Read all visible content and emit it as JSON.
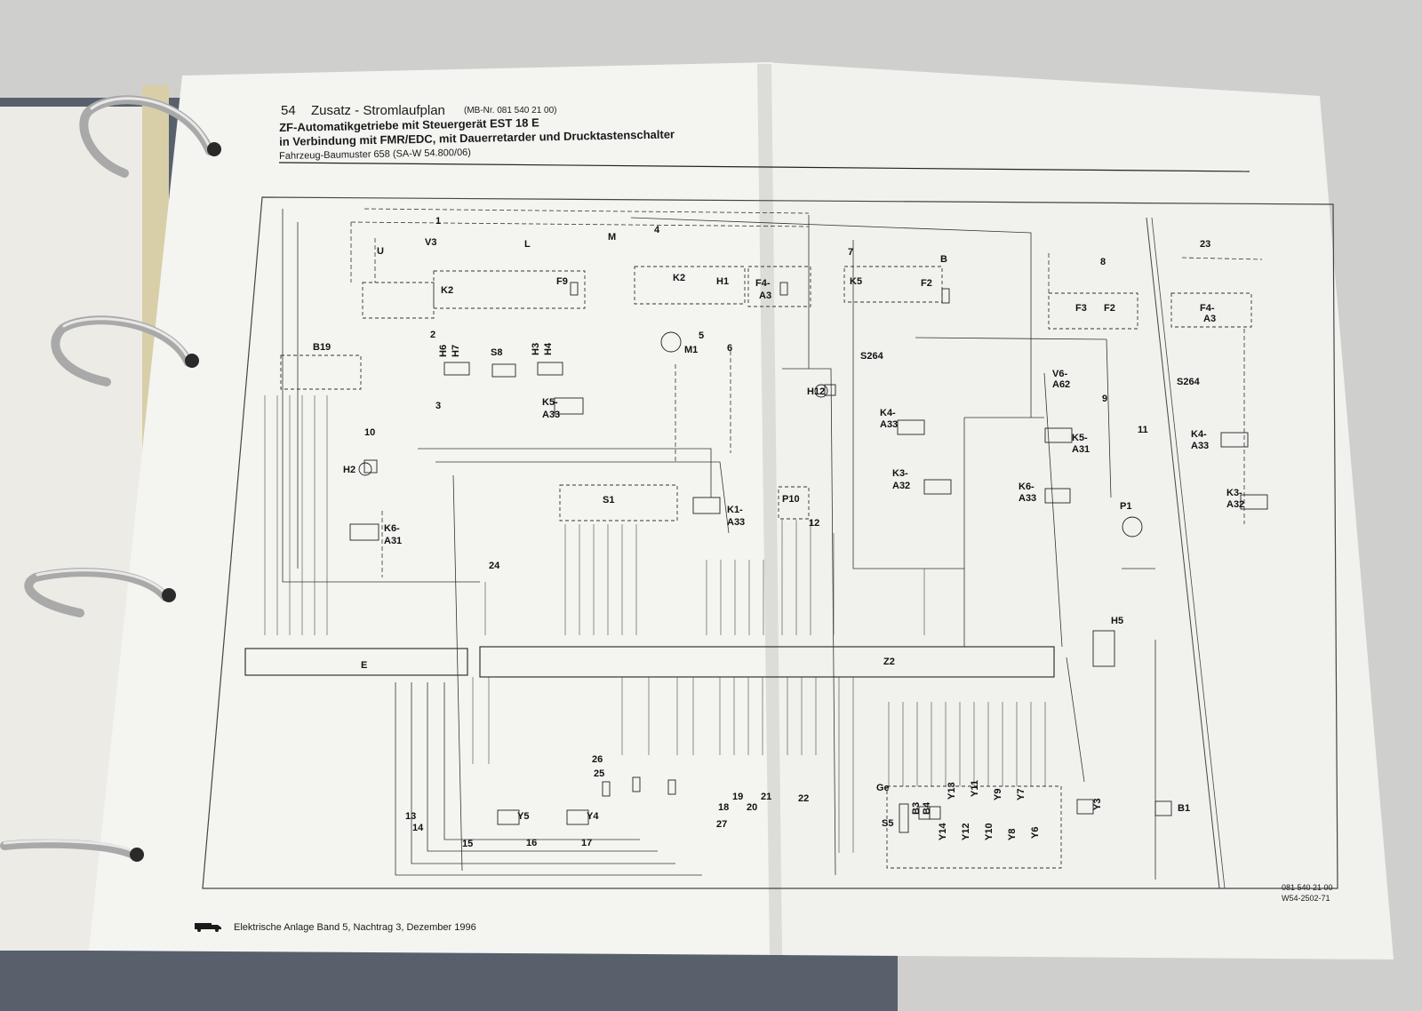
{
  "header": {
    "page_number": "54",
    "title": "Zusatz - Stromlaufplan",
    "mb_number": "(MB-Nr. 081 540 21 00)",
    "subtitle_1": "ZF-Automatikgetriebe mit Steuergerät EST 18 E",
    "subtitle_2": "in Verbindung mit FMR/EDC, mit Dauerretarder und Drucktastenschalter",
    "vehicle_model": "Fahrzeug-Baumuster 658 (SA-W 54.800/06)"
  },
  "footer": {
    "text": "Elektrische Anlage Band 5, Nachtrag 3, Dezember 1996",
    "drawing_number": "081 540 21 00",
    "drawing_code": "W54-2502-71"
  },
  "schematic": {
    "component_labels": [
      "U",
      "V3",
      "L",
      "M",
      "K2",
      "F9",
      "K2",
      "H1",
      "F4-",
      "A3",
      "K5",
      "F2",
      "B",
      "S264",
      "F3",
      "F2",
      "F4-",
      "A3",
      "S264",
      "B19",
      "H6",
      "H7",
      "S8",
      "H3",
      "H4",
      "K5-",
      "A33",
      "M1",
      "H12",
      "V6-",
      "A62",
      "K4-",
      "A33",
      "K5-",
      "A31",
      "K4-",
      "A33",
      "H2",
      "K6-",
      "A31",
      "S1",
      "K1-",
      "A33",
      "P10",
      "K3-",
      "A32",
      "K6-",
      "A33",
      "P1",
      "K3-",
      "A32",
      "H5",
      "E",
      "Z2",
      "Y5",
      "Y4",
      "Ge",
      "S5",
      "B3",
      "B4",
      "Y13",
      "Y11",
      "Y9",
      "Y7",
      "Y14",
      "Y12",
      "Y10",
      "Y8",
      "Y6",
      "Y3",
      "B1"
    ],
    "reference_numbers": [
      "1",
      "2",
      "3",
      "4",
      "5",
      "6",
      "7",
      "8",
      "9",
      "10",
      "11",
      "12",
      "13",
      "14",
      "15",
      "16",
      "17",
      "18",
      "19",
      "20",
      "21",
      "22",
      "23",
      "24",
      "25",
      "26",
      "27"
    ]
  }
}
